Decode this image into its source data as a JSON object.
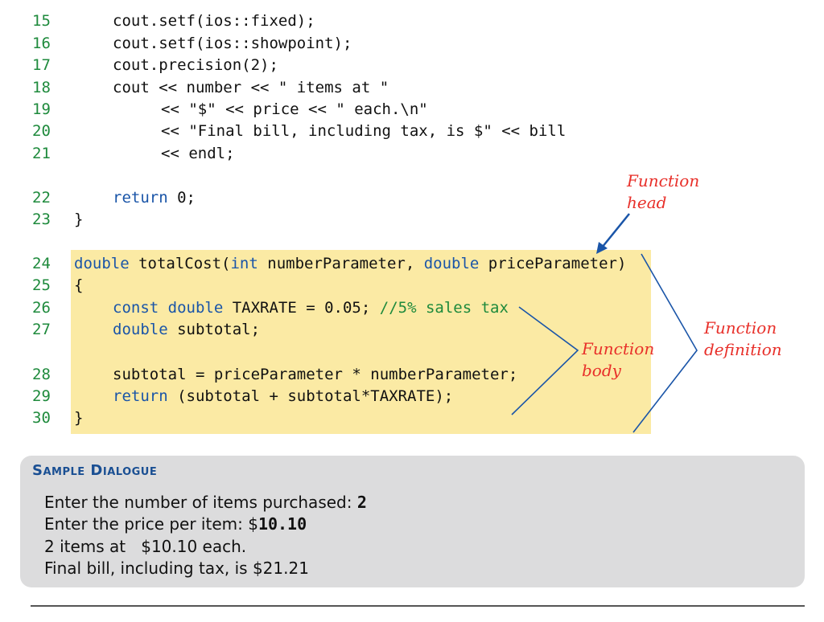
{
  "code_lines": [
    {
      "num": "15",
      "indent": 1,
      "parts": [
        {
          "t": "cout.setf(ios::fixed);",
          "c": "plain"
        }
      ]
    },
    {
      "num": "16",
      "indent": 1,
      "parts": [
        {
          "t": "cout.setf(ios::showpoint);",
          "c": "plain"
        }
      ]
    },
    {
      "num": "17",
      "indent": 1,
      "parts": [
        {
          "t": "cout.precision(2);",
          "c": "plain"
        }
      ]
    },
    {
      "num": "18",
      "indent": 1,
      "parts": [
        {
          "t": "cout << number << \" items at \"",
          "c": "plain"
        }
      ]
    },
    {
      "num": "19",
      "indent": 2,
      "parts": [
        {
          "t": "<< \"$\" << price << \" each.\\n\"",
          "c": "plain"
        }
      ]
    },
    {
      "num": "20",
      "indent": 2,
      "parts": [
        {
          "t": "<< \"Final bill, including tax, is $\" << bill",
          "c": "plain"
        }
      ]
    },
    {
      "num": "21",
      "indent": 2,
      "parts": [
        {
          "t": "<< endl;",
          "c": "plain"
        }
      ]
    },
    {
      "num": "22",
      "indent": 1,
      "parts": [
        {
          "t": "return",
          "c": "kw"
        },
        {
          "t": " 0;",
          "c": "plain"
        }
      ]
    },
    {
      "num": "23",
      "indent": 0,
      "parts": [
        {
          "t": "}",
          "c": "plain"
        }
      ]
    },
    {
      "num": "24",
      "indent": 0,
      "parts": [
        {
          "t": "double",
          "c": "kw"
        },
        {
          "t": " totalCost(",
          "c": "plain"
        },
        {
          "t": "int",
          "c": "kw"
        },
        {
          "t": " numberParameter, ",
          "c": "plain"
        },
        {
          "t": "double",
          "c": "kw"
        },
        {
          "t": " priceParameter)",
          "c": "plain"
        }
      ]
    },
    {
      "num": "25",
      "indent": 0,
      "parts": [
        {
          "t": "{",
          "c": "plain"
        }
      ]
    },
    {
      "num": "26",
      "indent": 1,
      "parts": [
        {
          "t": "const double",
          "c": "kw"
        },
        {
          "t": " TAXRATE = 0.05; ",
          "c": "plain"
        },
        {
          "t": "//5% sales tax",
          "c": "cm"
        }
      ]
    },
    {
      "num": "27",
      "indent": 1,
      "parts": [
        {
          "t": "double",
          "c": "kw"
        },
        {
          "t": " subtotal;",
          "c": "plain"
        }
      ]
    },
    {
      "num": "28",
      "indent": 1,
      "parts": [
        {
          "t": "subtotal = priceParameter * numberParameter;",
          "c": "plain"
        }
      ]
    },
    {
      "num": "29",
      "indent": 1,
      "parts": [
        {
          "t": "return",
          "c": "kw"
        },
        {
          "t": " (subtotal + subtotal*TAXRATE);",
          "c": "plain"
        }
      ]
    },
    {
      "num": "30",
      "indent": 0,
      "parts": [
        {
          "t": "}",
          "c": "plain"
        }
      ]
    }
  ],
  "annotations": {
    "function_head": [
      "Function",
      "head"
    ],
    "function_body": [
      "Function",
      "body"
    ],
    "function_definition": [
      "Function",
      "definition"
    ]
  },
  "dialogue": {
    "title": "Sample Dialogue",
    "lines": [
      {
        "prefix": "Enter the number of items purchased: ",
        "input": "2"
      },
      {
        "prefix": "Enter the price per item: $",
        "input": "10.10"
      },
      {
        "prefix": "2 items at   $10.10 each.",
        "input": ""
      },
      {
        "prefix": "Final bill, including tax, is $21.21",
        "input": ""
      }
    ]
  },
  "colors": {
    "keyword": "#1a55a8",
    "line_number": "#1e8a3c",
    "comment": "#1e8a3c",
    "annotation": "#e8302a",
    "highlight": "#fbeaa4",
    "dialogue_bg": "#dcdcdd",
    "dialogue_title": "#1a4f93"
  }
}
